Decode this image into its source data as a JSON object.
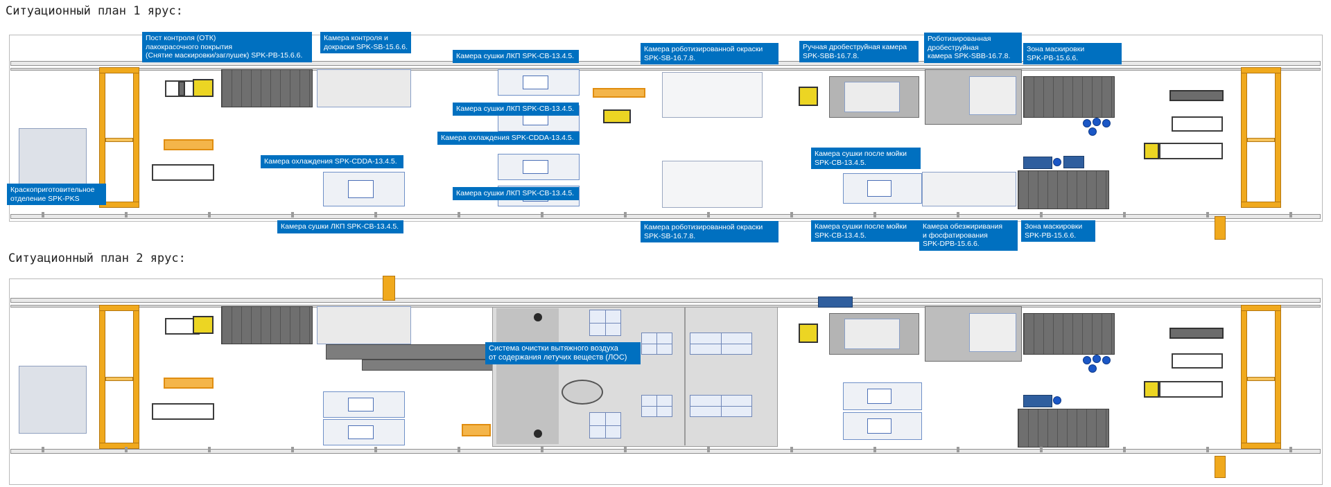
{
  "tier1": {
    "title": "Ситуационный план 1 ярус:",
    "labels": {
      "paint_prep": "Краскоприготовительное\nотделение SPK-PKS",
      "otk_post": "Пост контроля (ОТК)\nлакокрасочного покрытия\n(Снятие маскировки/заглушек) SPK-PB-15.6.6.",
      "control_booth": "Камера контроля и\nдокраски SPK-SB-15.6.6.",
      "drying_top": "Камера сушки ЛКП SPK-CB-13.4.5.",
      "drying_mid": "Камера сушки ЛКП SPK-CB-13.4.5.",
      "cooling_mid": "Камера охлаждения SPK-CDDA-13.4.5.",
      "cooling_left": "Камера охлаждения SPK-CDDA-13.4.5.",
      "drying_low": "Камера сушки ЛКП SPK-CB-13.4.5.",
      "drying_bottom": "Камера сушки ЛКП SPK-CB-13.4.5.",
      "robot_paint_top": "Камера роботизированной окраски\nSPK-SB-16.7.8.",
      "robot_paint_bottom": "Камера роботизированной окраски\nSPK-SB-16.7.8.",
      "manual_blast": "Ручная дробеструйная камера\nSPK-SBB-16.7.8.",
      "robot_blast": "Роботизированная\nдробеструйная\nкамера SPK-SBB-16.7.8.",
      "masking_top": "Зона маскировки\nSPK-PB-15.6.6.",
      "masking_bottom": "Зона маскировки\nSPK-PB-15.6.6.",
      "dry_after_wash_mid": "Камера сушки после мойки\nSPK-CB-13.4.5.",
      "dry_after_wash_bottom": "Камера сушки после мойки\nSPK-CB-13.4.5.",
      "degrease": "Камера обезжиривания\nи фосфатирования\nSPK-DPB-15.6.6."
    }
  },
  "tier2": {
    "title": "Ситуационный план 2 ярус:",
    "labels": {
      "voc_system": "Система очистки вытяжного воздуха\nот содержания летучих веществ (ЛОС)"
    }
  },
  "colors": {
    "label_bg": "#0070c0",
    "gantry": "#f0a91d",
    "agv": "#ecd523",
    "conveyor": "#6f6f6f",
    "fan": "#1b57c6"
  }
}
